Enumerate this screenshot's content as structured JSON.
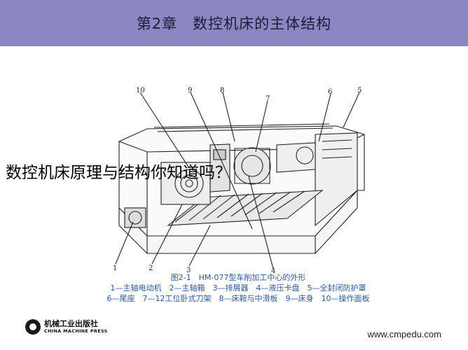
{
  "header": {
    "title": "第2章　数控机床的主体结构",
    "background": "#8b87c3"
  },
  "overlay_text": "数控机床原理与结构你知道吗？",
  "figure": {
    "callouts_top": [
      "10",
      "9",
      "8",
      "7",
      "6",
      "5"
    ],
    "callouts_bottom": [
      "1",
      "2",
      "3",
      "4"
    ],
    "caption_title": "图2-1　HM-077型车削加工中心的外形",
    "legend_line1": "1—主轴电动机　2—主轴箱　3—排屑器　4—液压卡盘　5—全封闭防护罩",
    "legend_line2": "6—尾座　7—12工位卧式刀架　8—床鞍与中滑板　9—床身　10—操作面板"
  },
  "footer": {
    "publisher_cn": "机械工业出版社",
    "publisher_en": "CHINA MACHINE PRESS",
    "website": "www.cmpedu.com"
  }
}
